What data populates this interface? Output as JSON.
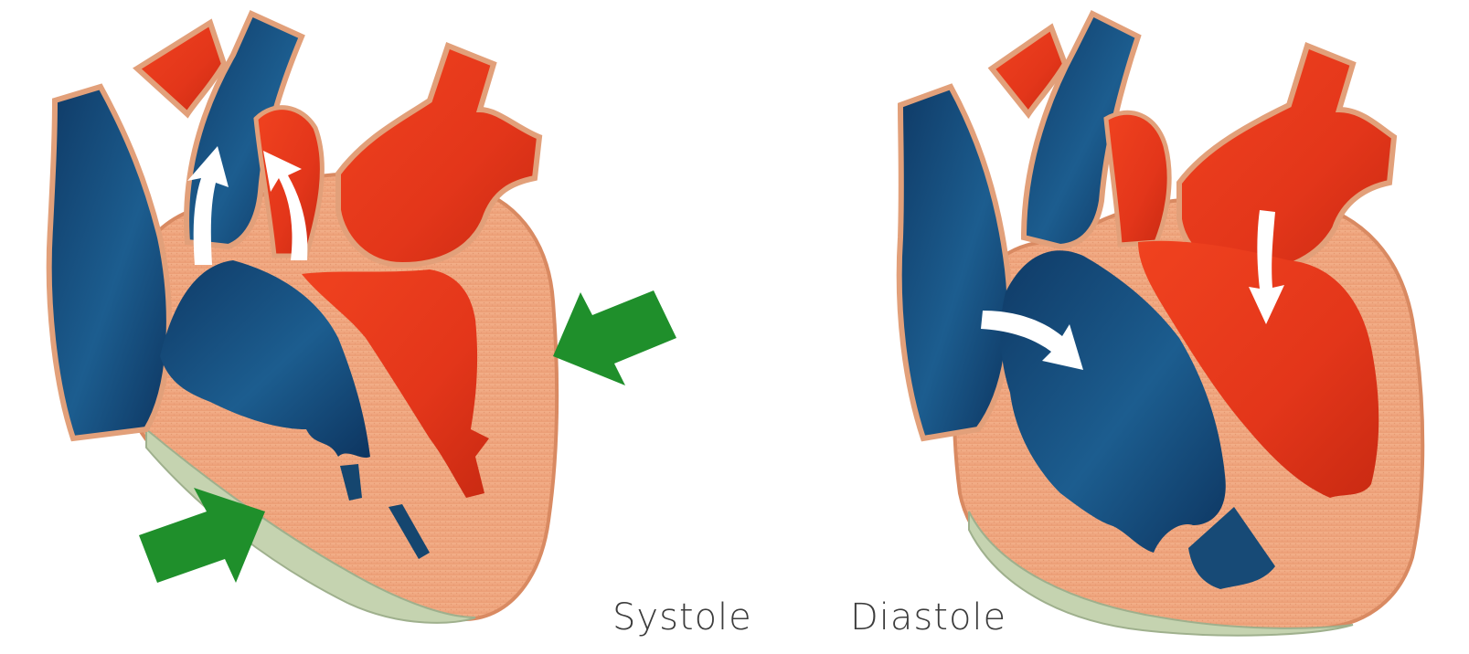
{
  "labels": {
    "systole": "Systole",
    "diastole": "Diastole"
  },
  "colors": {
    "oxygenated_blood": "#e8381a",
    "deoxygenated_blood": "#174f7e",
    "heart_wall": "#f0a77f",
    "wall_outline": "#d98a62",
    "pericardium_edge": "#b9c7a6",
    "contraction_arrow": "#1e8f2a",
    "flow_arrow": "#ffffff",
    "label_text": "#3c3c3c"
  },
  "icons": {
    "contraction": "green-block-arrow",
    "blood_flow": "white-curved-arrow"
  }
}
